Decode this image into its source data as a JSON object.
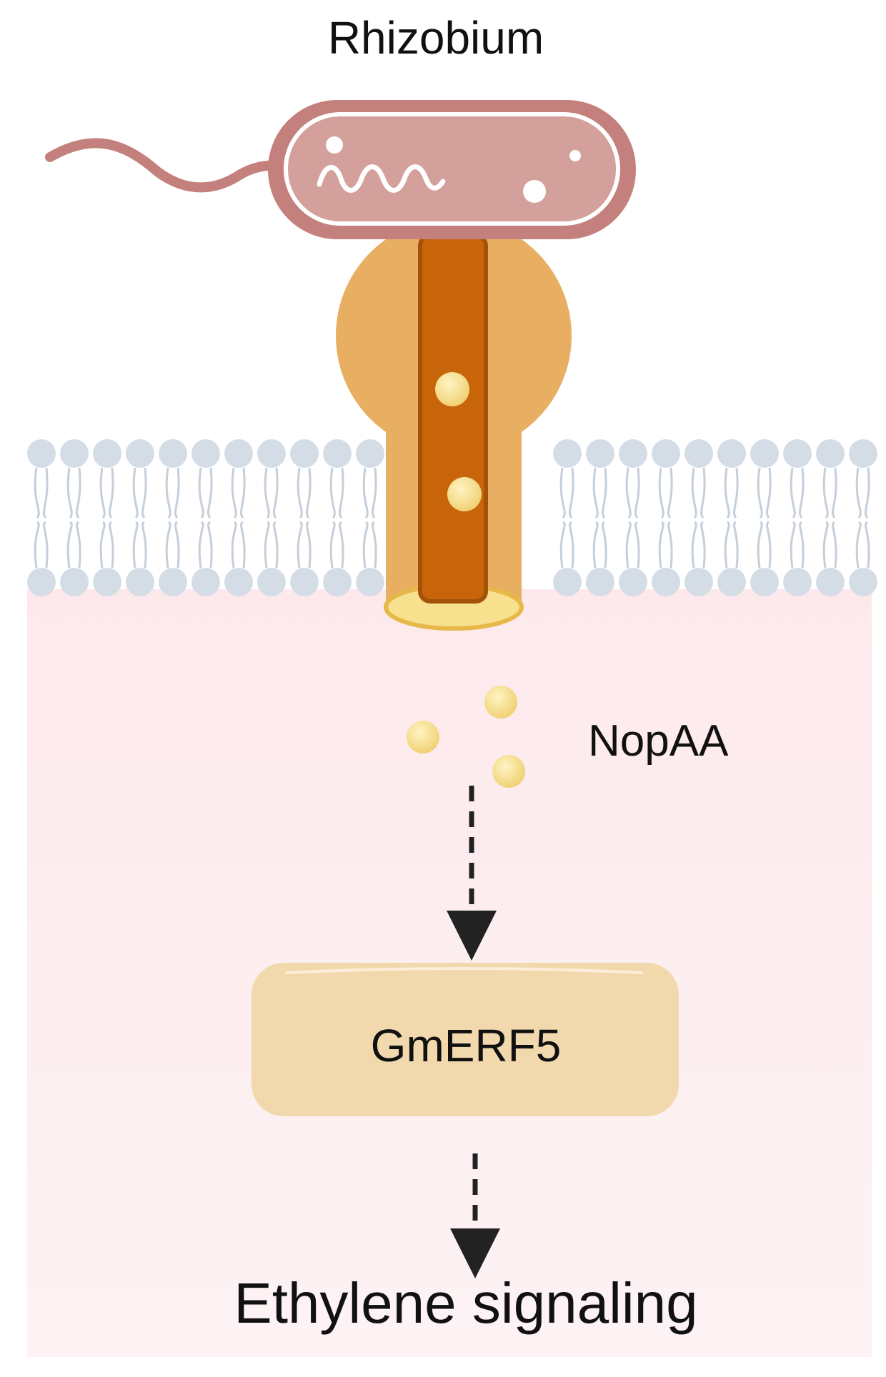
{
  "labels": {
    "organism": "Rhizobium",
    "effector": "NopAA",
    "target": "GmERF5",
    "output": "Ethylene signaling"
  },
  "colors": {
    "cytoplasm": "#fdeef0",
    "bacterium_outer": "#c4807c",
    "bacterium_inner": "#d4a09c",
    "flagellum": "#c4807c",
    "secretion_system_outer": "#e8ae62",
    "secretion_system_tube": "#c8650a",
    "secretion_system_tube_edge": "#a4520a",
    "effector_particle": "#f5dc8a",
    "secretion_system_opening": "#f7e08e",
    "membrane_head": "#d4dde6",
    "membrane_tail": "#c4cfda",
    "target_box": "#f1d9ad",
    "arrow": "#222222"
  }
}
